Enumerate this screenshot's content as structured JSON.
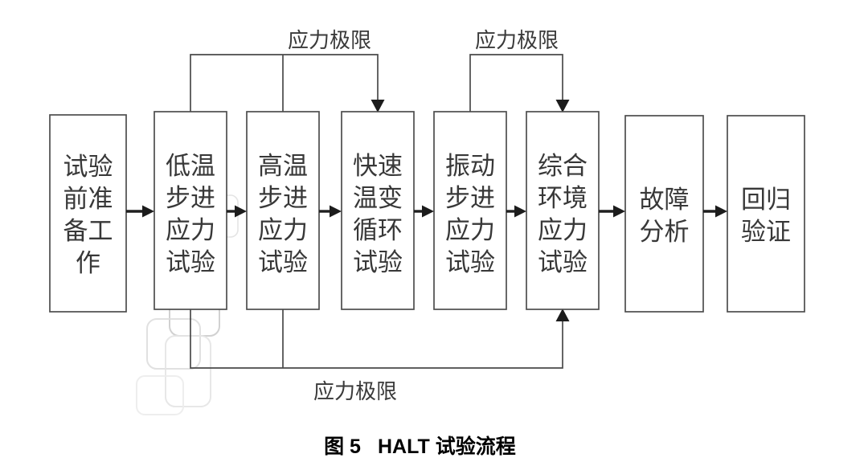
{
  "figure": {
    "caption_number": "图 5",
    "caption_title": "HALT 试验流程"
  },
  "flow": {
    "boxes": [
      {
        "name": "test-preparation",
        "text": "试验前准备工作",
        "lines": [
          "试验",
          "前准",
          "备工",
          "作"
        ]
      },
      {
        "name": "low-temp-step-stress",
        "text": "低温步进应力试验",
        "lines": [
          "低温",
          "步进",
          "应力",
          "试验"
        ]
      },
      {
        "name": "high-temp-step-stress",
        "text": "高温步进应力试验",
        "lines": [
          "高温",
          "步进",
          "应力",
          "试验"
        ]
      },
      {
        "name": "rapid-temp-cycle",
        "text": "快速温变循环试验",
        "lines": [
          "快速",
          "温变",
          "循环",
          "试验"
        ]
      },
      {
        "name": "vibration-step-stress",
        "text": "振动步进应力试验",
        "lines": [
          "振动",
          "步进",
          "应力",
          "试验"
        ]
      },
      {
        "name": "combined-env-stress",
        "text": "综合环境应力试验",
        "lines": [
          "综合",
          "环境",
          "应力",
          "试验"
        ]
      },
      {
        "name": "failure-analysis",
        "text": "故障分析",
        "lines": [
          "故障",
          "分析"
        ]
      },
      {
        "name": "regression-verification",
        "text": "回归验证",
        "lines": [
          "回归",
          "验证"
        ]
      }
    ],
    "stress_limit_labels": {
      "upper_left": "应力极限",
      "upper_right": "应力极限",
      "lower": "应力极限"
    }
  },
  "colors": {
    "line": "#4a4a4a",
    "arrow": "#1c1c1c",
    "text": "#383838",
    "watermark": "#d9d9d9"
  }
}
